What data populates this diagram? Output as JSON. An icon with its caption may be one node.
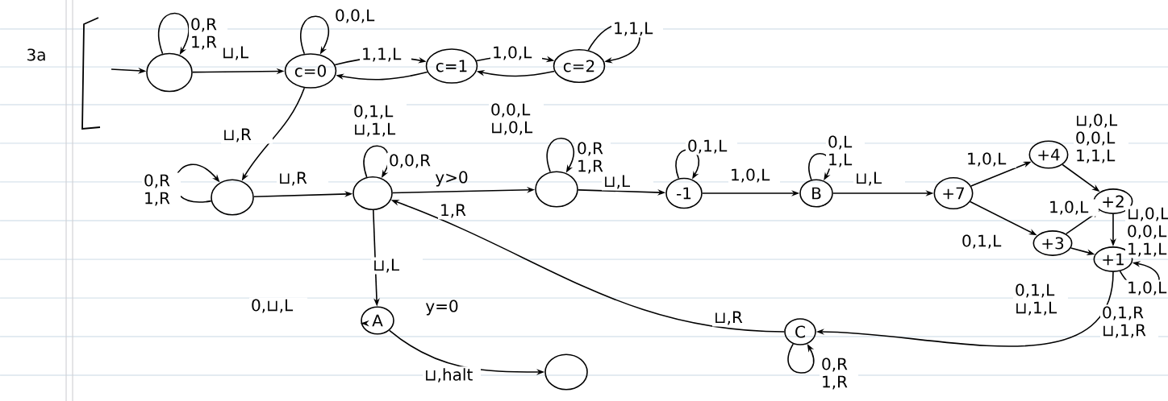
{
  "diagram": {
    "nodes": [
      {
        "text": [],
        "shape": "circle"
      },
      {
        "text": [
          "c=0"
        ]
      },
      {
        "text": [
          "c=1"
        ]
      },
      {
        "text": [
          "c=2"
        ]
      },
      {
        "text": [],
        "shape": "circle"
      },
      {
        "text": [],
        "shape": "circle"
      },
      {
        "text": [],
        "shape": "circle"
      },
      {
        "text": [
          "-1"
        ]
      },
      {
        "text": [
          "B"
        ]
      },
      {
        "text": [
          "+7"
        ]
      },
      {
        "text": [
          "+4"
        ]
      },
      {
        "text": [
          "+2"
        ]
      },
      {
        "text": [
          "+3"
        ]
      },
      {
        "text": [
          "+1"
        ]
      },
      {
        "text": [
          "A"
        ]
      },
      {
        "text": [],
        "shape": "circle"
      },
      {
        "text": [
          "C"
        ]
      }
    ],
    "edges": [
      {
        "from": null,
        "to": 0,
        "arrow": "to"
      },
      {
        "from": 0,
        "to": 0,
        "arrow": "to",
        "label": "0,R 1,R"
      },
      {
        "from": 0,
        "to": 1,
        "arrow": "to",
        "label": "⊔,L"
      },
      {
        "from": 1,
        "to": 1,
        "arrow": "to",
        "label": "0,0,L"
      },
      {
        "from": 1,
        "to": 2,
        "arrow": "to",
        "label": "1,1,L"
      },
      {
        "from": 2,
        "to": 1,
        "arrow": "to",
        "label": "0,1,L ⊔,1,L"
      },
      {
        "from": 2,
        "to": 3,
        "arrow": "to",
        "label": "1,0,L"
      },
      {
        "from": 3,
        "to": 2,
        "arrow": "to",
        "label": "0,0,L ⊔,0,L"
      },
      {
        "from": 3,
        "to": 3,
        "arrow": "to",
        "label": "1,1,L"
      },
      {
        "from": 1,
        "to": 4,
        "arrow": "to",
        "label": "⊔,R"
      },
      {
        "from": 4,
        "to": 4,
        "arrow": "to",
        "label": "0,R 1,R"
      },
      {
        "from": 4,
        "to": 5,
        "arrow": "to",
        "label": "⊔,R"
      },
      {
        "from": 5,
        "to": 5,
        "arrow": "to",
        "label": "0,0,R"
      },
      {
        "from": 5,
        "to": 6,
        "arrow": "to",
        "label": "1,R"
      },
      {
        "from": 6,
        "to": 6,
        "arrow": "to",
        "label": "0,R 1,R"
      },
      {
        "from": 6,
        "to": 7,
        "arrow": "to",
        "label": "⊔,L"
      },
      {
        "from": 7,
        "to": 7,
        "arrow": "to",
        "label": "0,1,L"
      },
      {
        "from": 7,
        "to": 8,
        "arrow": "to",
        "label": "1,0,L"
      },
      {
        "from": 8,
        "to": 8,
        "arrow": "to",
        "label": "0,L 1,L"
      },
      {
        "from": 8,
        "to": 9,
        "arrow": "to",
        "label": "⊔,L"
      },
      {
        "from": 9,
        "to": 10,
        "arrow": "to",
        "label": "1,0,L"
      },
      {
        "from": 9,
        "to": 12,
        "arrow": "to",
        "label": "0,1,L"
      },
      {
        "from": 10,
        "to": 11,
        "arrow": "to",
        "label": "⊔,0,L 0,0,L 1,1,L"
      },
      {
        "from": 12,
        "to": 11,
        "arrow": "to",
        "label": "1,0,L"
      },
      {
        "from": 12,
        "to": 13,
        "arrow": "to",
        "label": "0,1,L ⊔,1,L"
      },
      {
        "from": 11,
        "to": 13,
        "arrow": "to",
        "label": "⊔,0,L 0,0,L 1,1,L"
      },
      {
        "from": 13,
        "to": 13,
        "arrow": "to",
        "label": "1,0,L"
      },
      {
        "from": 13,
        "to": 16,
        "arrow": "to",
        "label": "0,1,R ⊔,1,R"
      },
      {
        "from": 16,
        "to": 16,
        "arrow": "to",
        "label": "0,R 1,R"
      },
      {
        "from": 16,
        "to": 5,
        "arrow": "to",
        "label": "⊔,R"
      },
      {
        "from": 5,
        "to": 14,
        "arrow": "to",
        "label": "⊔,L"
      },
      {
        "from": 14,
        "to": 14,
        "arrow": "to",
        "label": "0,⊔,L"
      },
      {
        "from": 14,
        "to": 15,
        "arrow": "to",
        "label": "⊔,halt"
      }
    ],
    "labels": [
      "3a",
      "y>0",
      "y=0"
    ]
  }
}
